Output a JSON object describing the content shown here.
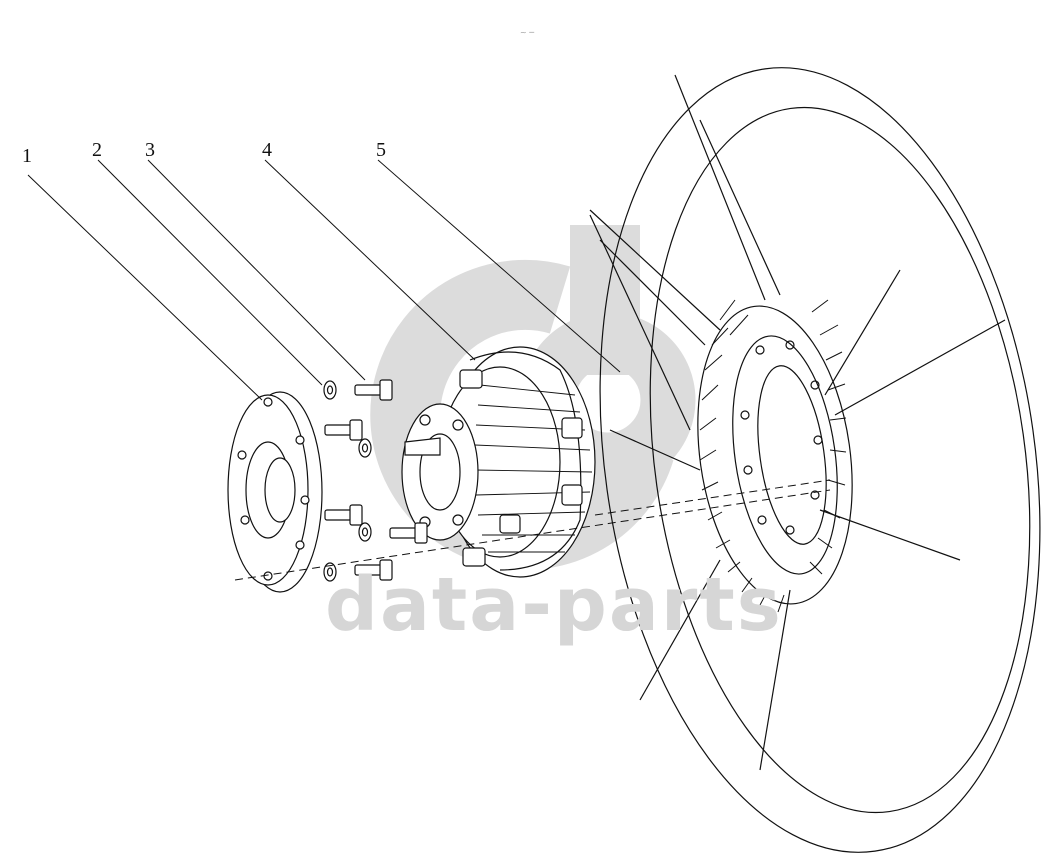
{
  "diagram": {
    "callouts": [
      {
        "id": "1",
        "label": "1"
      },
      {
        "id": "2",
        "label": "2"
      },
      {
        "id": "3",
        "label": "3"
      },
      {
        "id": "4",
        "label": "4"
      },
      {
        "id": "5",
        "label": "5"
      }
    ]
  },
  "watermark": {
    "text": "data-parts"
  },
  "colors": {
    "line": "#111111",
    "watermark": "#d6d6d6"
  }
}
